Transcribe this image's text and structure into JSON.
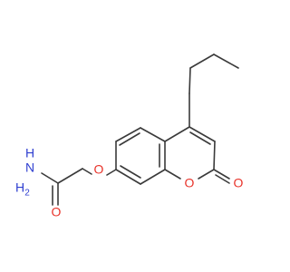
{
  "structure": {
    "atoms": {
      "amine_n": {
        "element": "N",
        "label": "NH2",
        "color": "#2f3fd0"
      },
      "amide_o": {
        "element": "O",
        "label": "O",
        "color": "#e8332a"
      },
      "ether_o": {
        "element": "O",
        "label": "O",
        "color": "#e8332a"
      },
      "ring_o": {
        "element": "O",
        "label": "O",
        "color": "#e8332a"
      },
      "carbonyl_o": {
        "element": "O",
        "label": "O",
        "color": "#e8332a"
      }
    },
    "bond_color": "#3a3a3a"
  }
}
